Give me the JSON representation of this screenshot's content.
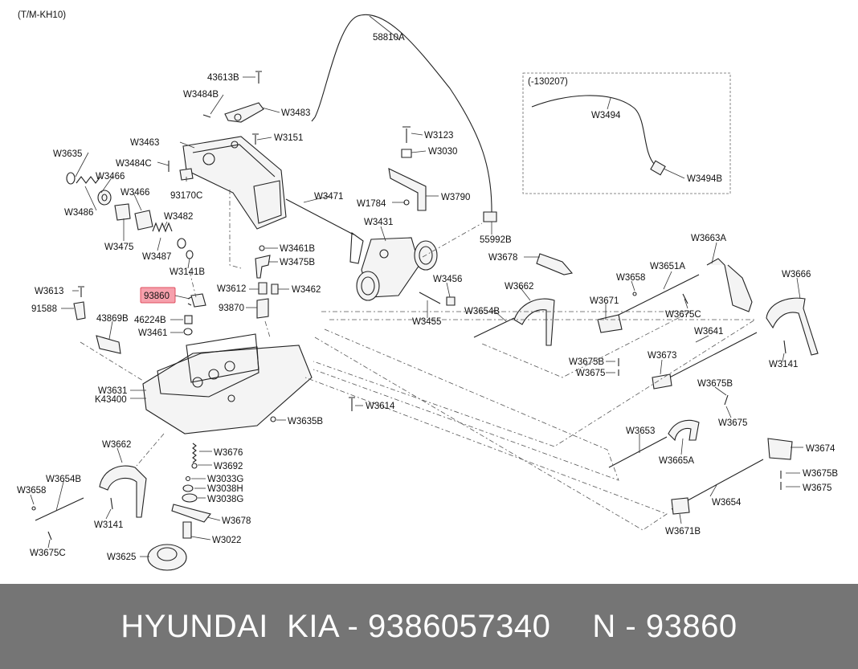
{
  "diagram": {
    "code": "(T/M-KH10)",
    "group_ref": "(-130207)",
    "highlight_color": "#e05060",
    "highlight_fill": "#f6a0ac",
    "labels": [
      {
        "id": "58810A",
        "text": "58810A"
      },
      {
        "id": "43613B",
        "text": "43613B"
      },
      {
        "id": "W3484B",
        "text": "W3484B"
      },
      {
        "id": "W3483",
        "text": "W3483"
      },
      {
        "id": "W3463",
        "text": "W3463"
      },
      {
        "id": "W3151",
        "text": "W3151"
      },
      {
        "id": "W3123",
        "text": "W3123"
      },
      {
        "id": "W3030",
        "text": "W3030"
      },
      {
        "id": "W3635",
        "text": "W3635"
      },
      {
        "id": "W3484C",
        "text": "W3484C"
      },
      {
        "id": "W3466a",
        "text": "W3466"
      },
      {
        "id": "W3466b",
        "text": "W3466"
      },
      {
        "id": "93170C",
        "text": "93170C"
      },
      {
        "id": "W3471",
        "text": "W3471"
      },
      {
        "id": "W3790",
        "text": "W3790"
      },
      {
        "id": "W1784",
        "text": "W1784"
      },
      {
        "id": "W3486",
        "text": "W3486"
      },
      {
        "id": "W3482",
        "text": "W3482"
      },
      {
        "id": "W3431",
        "text": "W3431"
      },
      {
        "id": "55992B",
        "text": "55992B"
      },
      {
        "id": "W3475",
        "text": "W3475"
      },
      {
        "id": "W3487",
        "text": "W3487"
      },
      {
        "id": "W3141top",
        "text": "W3141B"
      },
      {
        "id": "W3461B",
        "text": "W3461B"
      },
      {
        "id": "W3475B",
        "text": "W3475B"
      },
      {
        "id": "W3494",
        "text": "W3494"
      },
      {
        "id": "W3494B",
        "text": "W3494B"
      },
      {
        "id": "W3663A",
        "text": "W3663A"
      },
      {
        "id": "W3678a",
        "text": "W3678"
      },
      {
        "id": "W3613",
        "text": "W3613"
      },
      {
        "id": "93860",
        "text": "93860"
      },
      {
        "id": "W3612",
        "text": "W3612"
      },
      {
        "id": "W3462",
        "text": "W3462"
      },
      {
        "id": "W3456",
        "text": "W3456"
      },
      {
        "id": "W3662a",
        "text": "W3662"
      },
      {
        "id": "W3658a",
        "text": "W3658"
      },
      {
        "id": "W3651A",
        "text": "W3651A"
      },
      {
        "id": "W3666",
        "text": "W3666"
      },
      {
        "id": "91588",
        "text": "91588"
      },
      {
        "id": "93870",
        "text": "93870"
      },
      {
        "id": "W3671",
        "text": "W3671"
      },
      {
        "id": "W3675C1",
        "text": "W3675C"
      },
      {
        "id": "43869B",
        "text": "43869B"
      },
      {
        "id": "46224B",
        "text": "46224B"
      },
      {
        "id": "W3654Ba",
        "text": "W3654B"
      },
      {
        "id": "W3455",
        "text": "W3455"
      },
      {
        "id": "W3461",
        "text": "W3461"
      },
      {
        "id": "W3641",
        "text": "W3641"
      },
      {
        "id": "W3673",
        "text": "W3673"
      },
      {
        "id": "W3675Ba",
        "text": "W3675B"
      },
      {
        "id": "W3675a",
        "text": "W3675"
      },
      {
        "id": "W3141r",
        "text": "W3141"
      },
      {
        "id": "W3631",
        "text": "W3631"
      },
      {
        "id": "K43400",
        "text": "K43400"
      },
      {
        "id": "W3675Bb",
        "text": "W3675B"
      },
      {
        "id": "W3614",
        "text": "W3614"
      },
      {
        "id": "W3635B",
        "text": "W3635B"
      },
      {
        "id": "W3675b",
        "text": "W3675"
      },
      {
        "id": "W3653",
        "text": "W3653"
      },
      {
        "id": "W3662b",
        "text": "W3662"
      },
      {
        "id": "W3676",
        "text": "W3676"
      },
      {
        "id": "W3674",
        "text": "W3674"
      },
      {
        "id": "W3665A",
        "text": "W3665A"
      },
      {
        "id": "W3692",
        "text": "W3692"
      },
      {
        "id": "W3675Bc",
        "text": "W3675B"
      },
      {
        "id": "W3654Bb",
        "text": "W3654B"
      },
      {
        "id": "W3033G",
        "text": "W3033G"
      },
      {
        "id": "W3675c",
        "text": "W3675"
      },
      {
        "id": "W3038H",
        "text": "W3038H"
      },
      {
        "id": "W3658b",
        "text": "W3658"
      },
      {
        "id": "W3038G",
        "text": "W3038G"
      },
      {
        "id": "W3654",
        "text": "W3654"
      },
      {
        "id": "W3141l",
        "text": "W3141"
      },
      {
        "id": "W3678b",
        "text": "W3678"
      },
      {
        "id": "W3671B",
        "text": "W3671B"
      },
      {
        "id": "W3022",
        "text": "W3022"
      },
      {
        "id": "W3675C2",
        "text": "W3675C"
      },
      {
        "id": "W3625",
        "text": "W3625"
      }
    ]
  },
  "footer": {
    "brand": "HYUNDAI  KIA - 9386057340",
    "part": "N - 93860"
  }
}
